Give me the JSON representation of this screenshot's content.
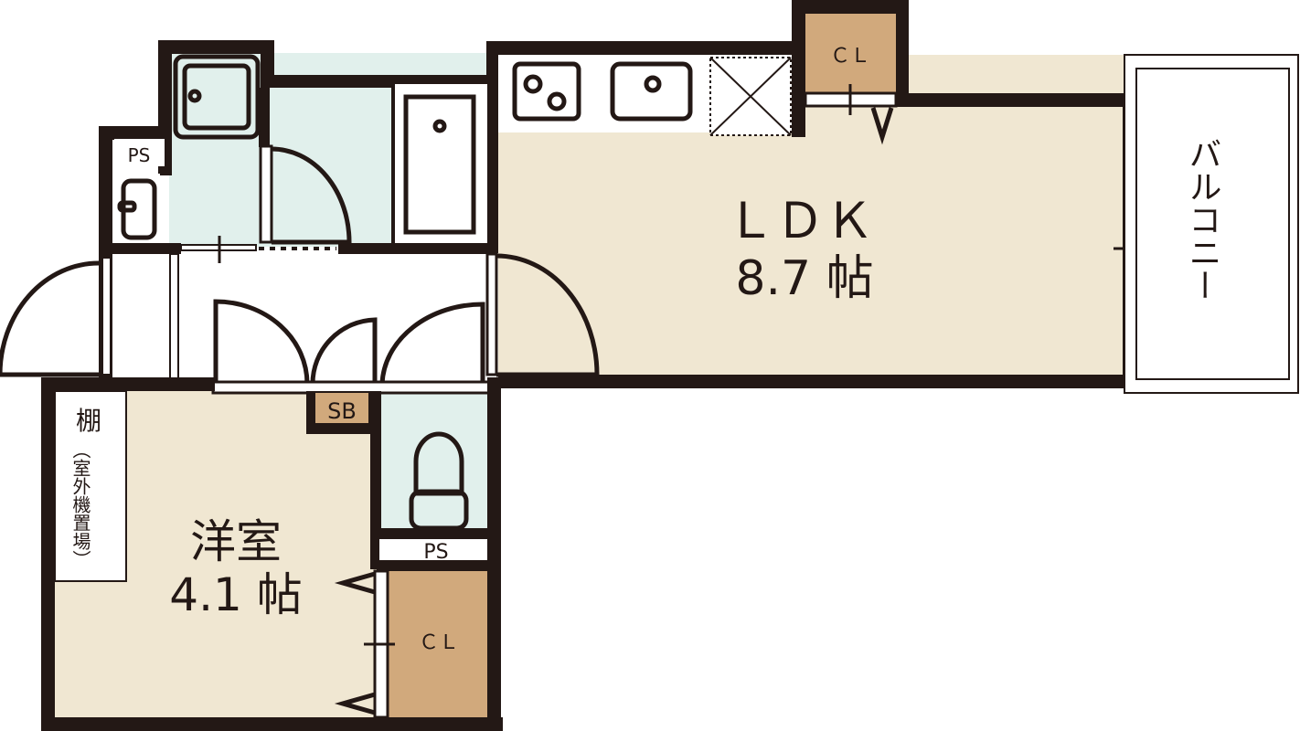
{
  "colors": {
    "wall": "#231815",
    "room": "#f0e7d2",
    "wet": "#e1f0ec",
    "storage": "#d1a97c"
  },
  "rooms": {
    "ldk": {
      "name": "ＬＤＫ",
      "size": "8.7 帖"
    },
    "bedroom": {
      "name": "洋室",
      "size": "4.1 帖"
    },
    "balcony": "バルコニー",
    "closet_ldk": "ＣＬ",
    "closet_bedroom": "ＣＬ",
    "shoe_box": "SB",
    "ps_bath": "PS",
    "ps_toilet": "PS",
    "shelf": "棚",
    "shelf_note": "（室外機置場）"
  }
}
